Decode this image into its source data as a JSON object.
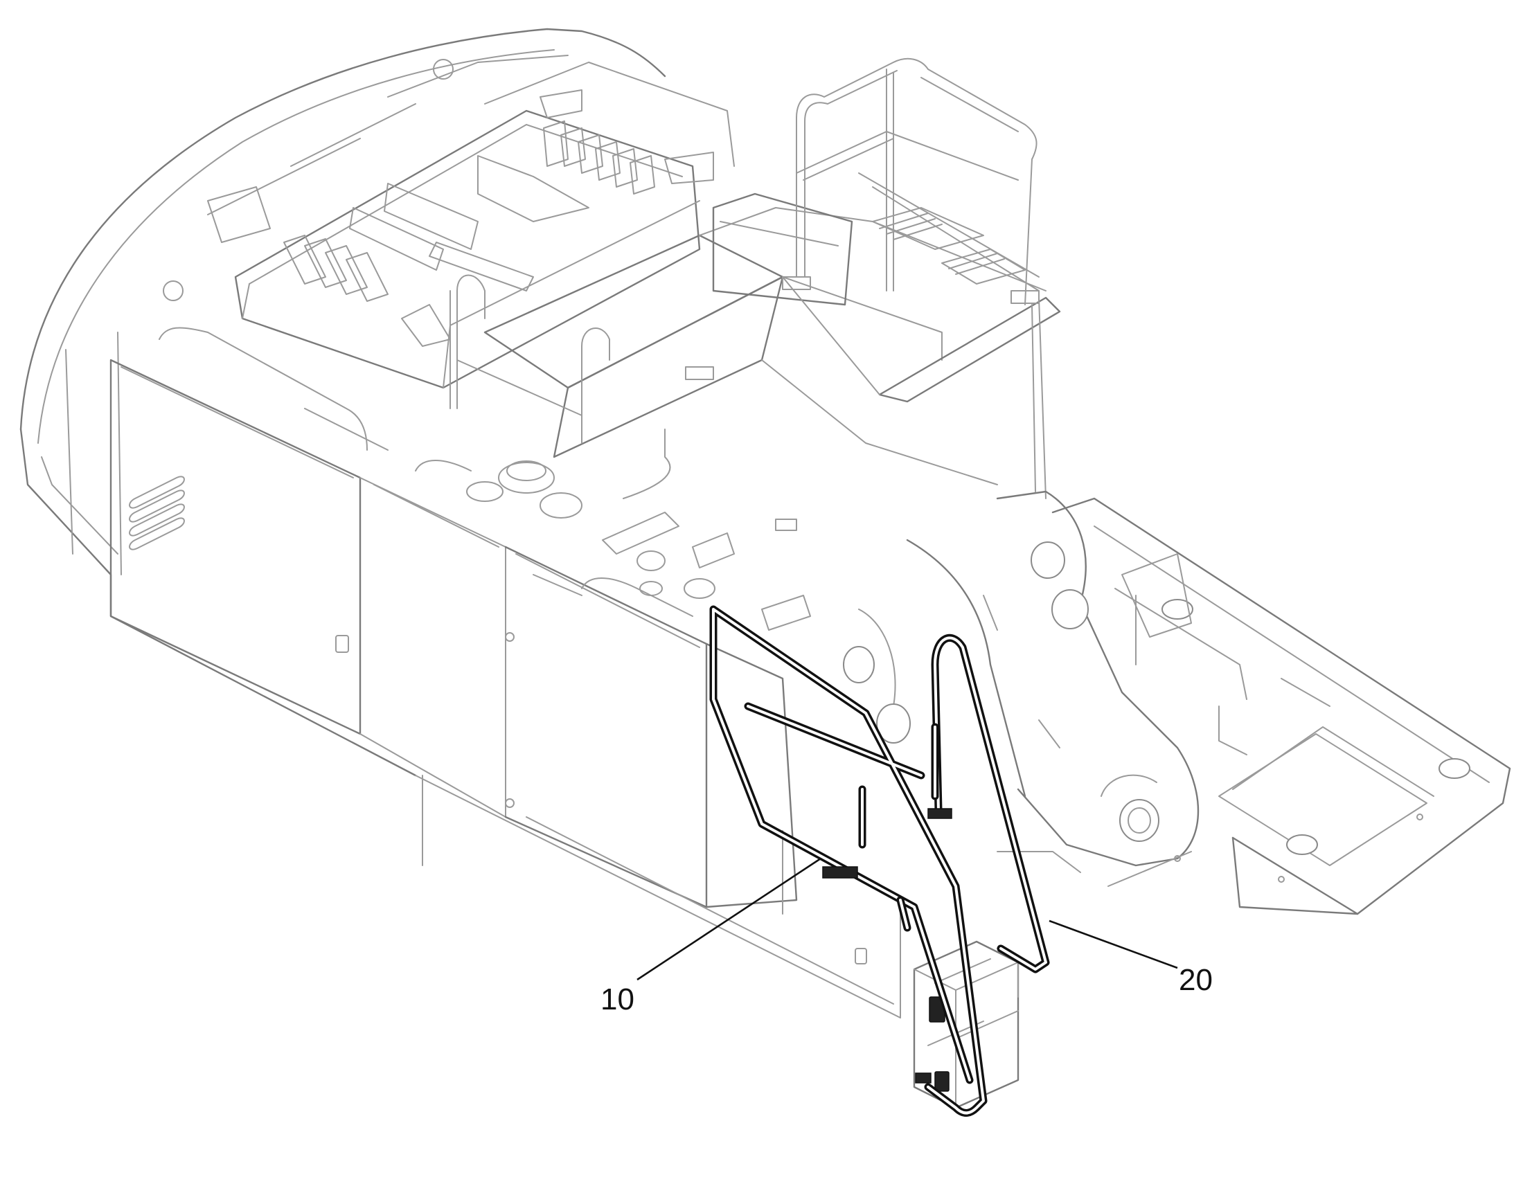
{
  "callouts": [
    {
      "id": "10",
      "label": "10"
    },
    {
      "id": "20",
      "label": "20"
    }
  ],
  "colors": {
    "background": "#ffffff",
    "linework": "#9a9a9a",
    "highlight": "#111111"
  }
}
